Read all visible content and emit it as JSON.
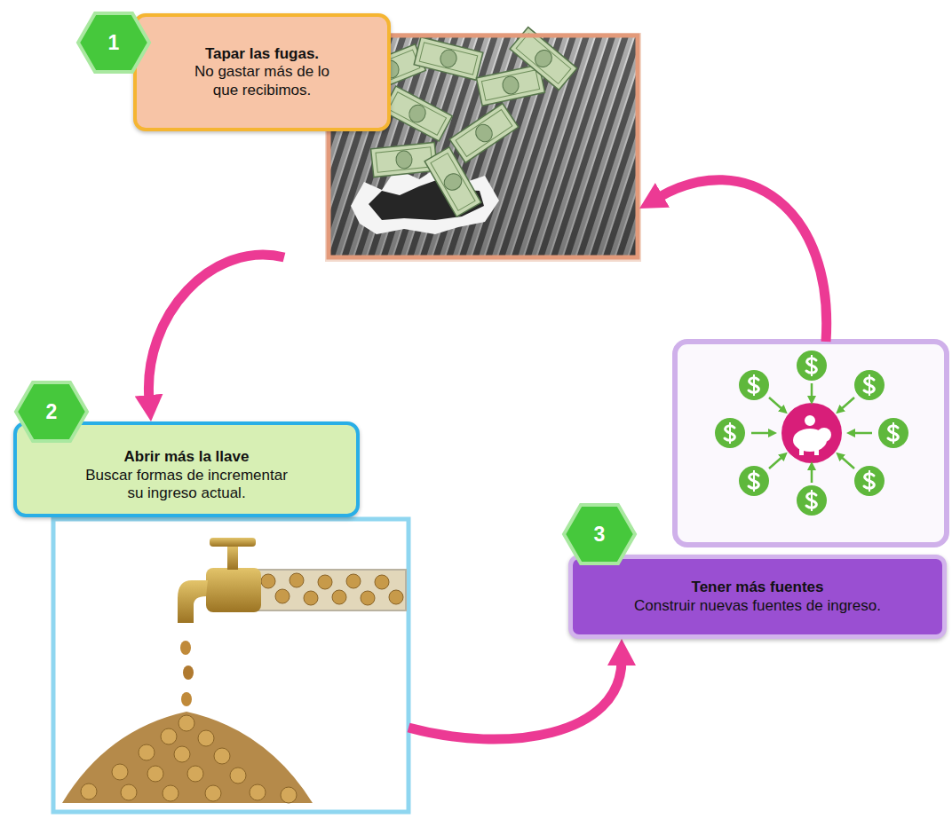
{
  "diagram": {
    "nodes": [
      {
        "text": [
          "1"
        ]
      },
      {
        "text": [
          "Tapar las fugas.",
          "No gastar más de lo que recibimos."
        ]
      },
      {
        "text": [
          "2"
        ]
      },
      {
        "text": [
          "Abrir más la llave",
          "Buscar formas de incrementar su ingreso actual."
        ]
      },
      {
        "text": [
          "3"
        ]
      },
      {
        "text": [
          "Tener más fuentes",
          "Construir nuevas fuentes de ingreso."
        ]
      }
    ],
    "edges": [
      {
        "from": 1,
        "to": 3,
        "arrow": "to"
      },
      {
        "from": 3,
        "to": 5,
        "arrow": "to"
      },
      {
        "from": 5,
        "to": 1,
        "arrow": "to"
      }
    ]
  }
}
